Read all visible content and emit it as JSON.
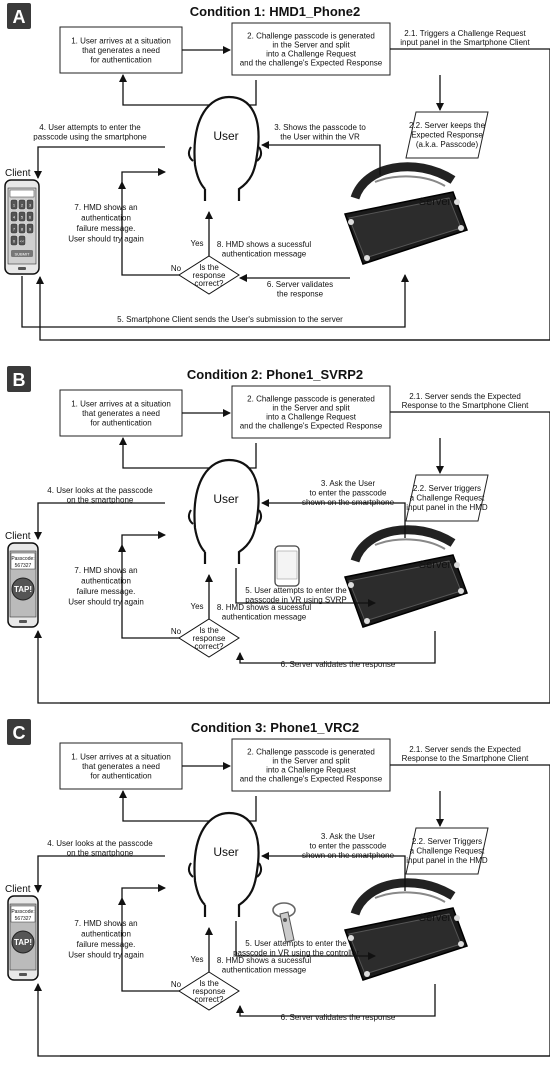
{
  "panels": [
    {
      "letter": "A",
      "title": "Condition 1: HMD1_Phone2",
      "step1": [
        "1. User arrives at a situation",
        "that generates a need",
        "for authentication"
      ],
      "step2": [
        "2. Challenge passcode is generated",
        "in the Server and split",
        "into a Challenge Request",
        "and the challenge's Expected Response"
      ],
      "step21": [
        "2.1. Triggers a Challenge Request",
        "input panel in the Smartphone Client"
      ],
      "step22": [
        "2.2. Server keeps the",
        "Expected Response",
        "(a.k.a. Passcode)"
      ],
      "step3": [
        "3. Shows the passcode to",
        "the User within the VR"
      ],
      "step4": [
        "4. User attempts to enter the",
        "passcode using the smartphone"
      ],
      "step5": [
        "5. Smartphone Client sends the User's submission to the server"
      ],
      "step6": [
        "6. Server validates",
        "the response"
      ],
      "step7": [
        "7. HMD shows an",
        "authentication",
        "failure message.",
        "User should try again"
      ],
      "step8": [
        "8. HMD shows a sucessful",
        "authentication message"
      ],
      "decision": [
        "Is the",
        "response",
        "correct?"
      ],
      "yes": "Yes",
      "no": "No",
      "user": "User",
      "server": "Server",
      "client": "Client",
      "phone_keys": [
        "1",
        "2",
        "3",
        "4",
        "5",
        "6",
        "7",
        "8",
        "9",
        "0",
        "<<"
      ],
      "phone_submit": "SUBMIT"
    },
    {
      "letter": "B",
      "title": "Condition 2: Phone1_SVRP2",
      "step1": [
        "1. User arrives at a situation",
        "that generates a need",
        "for authentication"
      ],
      "step2": [
        "2. Challenge passcode is generated",
        "in the Server and split",
        "into a Challenge Request",
        "and the challenge's Expected Response"
      ],
      "step21": [
        "2.1. Server sends the Expected",
        "Response to the Smartphone Client"
      ],
      "step22": [
        "2.2. Server triggers",
        "a Challenge Request",
        "input panel in the HMD"
      ],
      "step3": [
        "3. Ask the User",
        "to enter the passcode",
        "shown on the smartphone"
      ],
      "step4": [
        "4. User looks at the passcode",
        "on the smartphone"
      ],
      "step5": [
        "5. User attempts to enter the",
        "passcode in VR using SVRP"
      ],
      "step6": [
        "6. Server validates the response"
      ],
      "step7": [
        "7. HMD shows an",
        "authentication",
        "failure message.",
        "User should try again"
      ],
      "step8": [
        "8. HMD shows a sucessful",
        "authentication message"
      ],
      "decision": [
        "Is the",
        "response",
        "correct?"
      ],
      "yes": "Yes",
      "no": "No",
      "user": "User",
      "server": "Server",
      "client": "Client",
      "passcode_label": "Passcode:",
      "passcode_value": "567327",
      "tap": "TAP!"
    },
    {
      "letter": "C",
      "title": "Condition 3: Phone1_VRC2",
      "step1": [
        "1. User arrives at a situation",
        "that generates a need",
        "for authentication"
      ],
      "step2": [
        "2. Challenge passcode is generated",
        "in the Server and split",
        "into a Challenge Request",
        "and the challenge's Expected Response"
      ],
      "step21": [
        "2.1. Server sends the Expected",
        "Response to the Smartphone Client"
      ],
      "step22": [
        "2.2. Server Triggers",
        "a Challenge Request",
        "input panel in the HMD"
      ],
      "step3": [
        "3. Ask the User",
        "to enter the passcode",
        "shown on the smartphone"
      ],
      "step4": [
        "4. User looks at the passcode",
        "on the smartphone"
      ],
      "step5": [
        "5. User attempts to enter the",
        "passcode in VR using the controller"
      ],
      "step6": [
        "6. Server validates the response"
      ],
      "step7": [
        "7. HMD shows an",
        "authentication",
        "failure message.",
        "User should try again"
      ],
      "step8": [
        "8. HMD shows a sucessful",
        "authentication message"
      ],
      "decision": [
        "Is the",
        "response",
        "correct?"
      ],
      "yes": "Yes",
      "no": "No",
      "user": "User",
      "server": "Server",
      "client": "Client",
      "passcode_label": "Passcode:",
      "passcode_value": "567327",
      "tap": "TAP!"
    }
  ]
}
